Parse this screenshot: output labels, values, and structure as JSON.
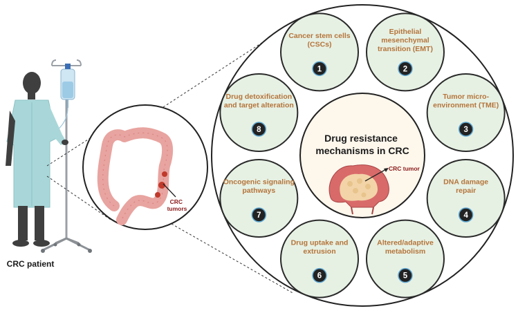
{
  "patient_label": "CRC patient",
  "colon_label": [
    "CRC",
    "tumors"
  ],
  "center": {
    "title": [
      "Drug resistance",
      "mechanisms in CRC"
    ],
    "tumor_label": "CRC tumor"
  },
  "mechanisms": [
    {
      "number": "1",
      "lines": [
        "Cancer stem cells",
        "(CSCs)"
      ]
    },
    {
      "number": "2",
      "lines": [
        "Epithelial",
        "mesenchymal",
        "transition (EMT)"
      ]
    },
    {
      "number": "3",
      "lines": [
        "Tumor micro-",
        "environment (TME)"
      ]
    },
    {
      "number": "4",
      "lines": [
        "DNA damage",
        "repair"
      ]
    },
    {
      "number": "5",
      "lines": [
        "Altered/adaptive",
        "metabolism"
      ]
    },
    {
      "number": "6",
      "lines": [
        "Drug uptake and",
        "extrusion"
      ]
    },
    {
      "number": "7",
      "lines": [
        "Oncogenic signaling",
        "pathways"
      ]
    },
    {
      "number": "8",
      "lines": [
        "Drug detoxification",
        "and target alteration"
      ]
    }
  ],
  "colors": {
    "circle_fill": "#e6f1e4",
    "circle_stroke": "#2a2a2a",
    "label": "#b5743a",
    "badge": "#222222",
    "tumor_red": "#8b1a1a"
  }
}
